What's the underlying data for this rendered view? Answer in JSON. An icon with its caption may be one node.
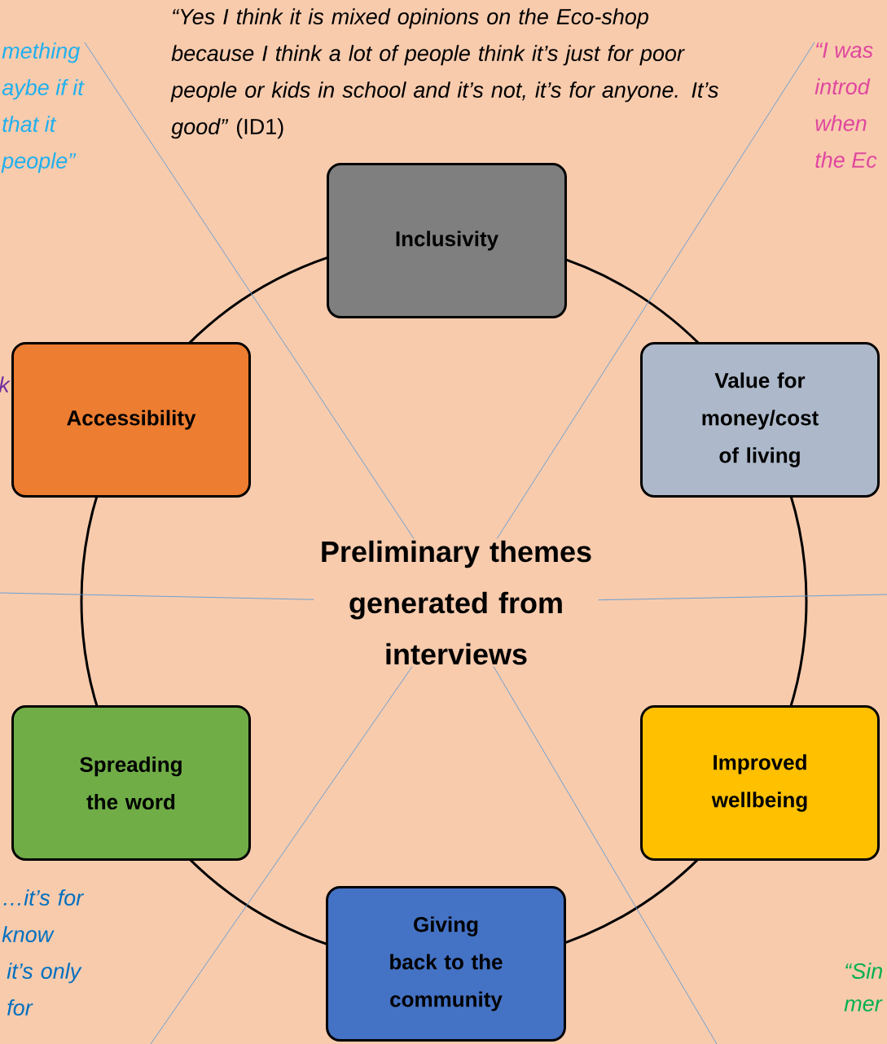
{
  "diagram": {
    "nodes": [
      {
        "text": [
          "*mething*",
          "*aybe if it*",
          "*that it*",
          "*people”*"
        ]
      },
      {
        "text": [
          "*“I was*",
          "*introd*",
          "*when*",
          "*the Ec*"
        ]
      },
      {
        "text": [
          "Inclusivity"
        ]
      },
      {
        "text": [
          "Accessibility"
        ]
      },
      {
        "text": [
          "Value for money/cost of living"
        ]
      },
      {
        "text": [
          "Preliminary themes generated from interviews"
        ]
      },
      {
        "text": [
          "Spreading the word"
        ]
      },
      {
        "text": [
          "Improved wellbeing"
        ]
      },
      {
        "text": [
          "Giving back to the community"
        ]
      }
    ],
    "edges": [
      {
        "from": 0,
        "to": 5,
        "arrow": "none"
      },
      {
        "from": 1,
        "to": 5,
        "arrow": "none"
      },
      {
        "from": null,
        "to": 5,
        "arrow": "none"
      },
      {
        "from": 5,
        "to": null,
        "arrow": "none"
      },
      {
        "from": null,
        "to": 5,
        "arrow": "none"
      },
      {
        "from": 5,
        "to": null,
        "arrow": "none"
      }
    ],
    "labels": [
      "*“Yes I think it is mixed opinions on the Eco-shop because I think a lot of people think it’s just for poor people or kids in school and it’s not, it’s for anyone. It’s good”* (ID1)",
      "*k*",
      "*…it’s for*",
      "*know*",
      "*it’s only*",
      "*for*",
      "*“Sin*",
      "*mer*"
    ]
  }
}
